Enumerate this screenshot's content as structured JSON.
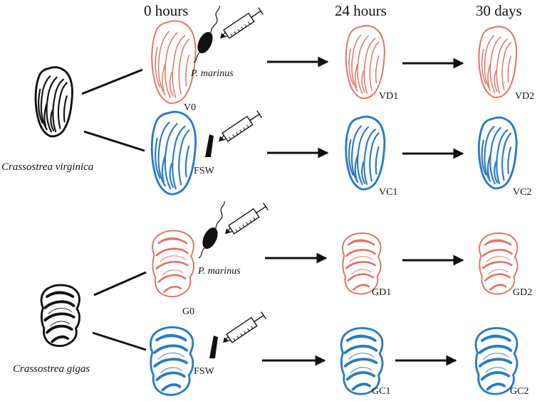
{
  "headers": {
    "h0": "0 hours",
    "h24": "24 hours",
    "h30": "30 days"
  },
  "species": {
    "virginica": "Crassostrea virginica",
    "gigas": "Crassostrea gigas"
  },
  "treatments": {
    "pathogen": "P. marinus",
    "control": "FSW"
  },
  "samples": {
    "v0": "V0",
    "vd1": "VD1",
    "vd2": "VD2",
    "vc1": "VC1",
    "vc2": "VC2",
    "g0": "G0",
    "gd1": "GD1",
    "gd2": "GD2",
    "gc1": "GC1",
    "gc2": "GC2"
  },
  "colors": {
    "infected": "#e07060",
    "control": "#2b7bc2",
    "parent": "#111111"
  },
  "icons": {
    "syringe": "syringe-icon",
    "parasite": "parasite-icon",
    "drop": "seawater-drop-icon"
  }
}
